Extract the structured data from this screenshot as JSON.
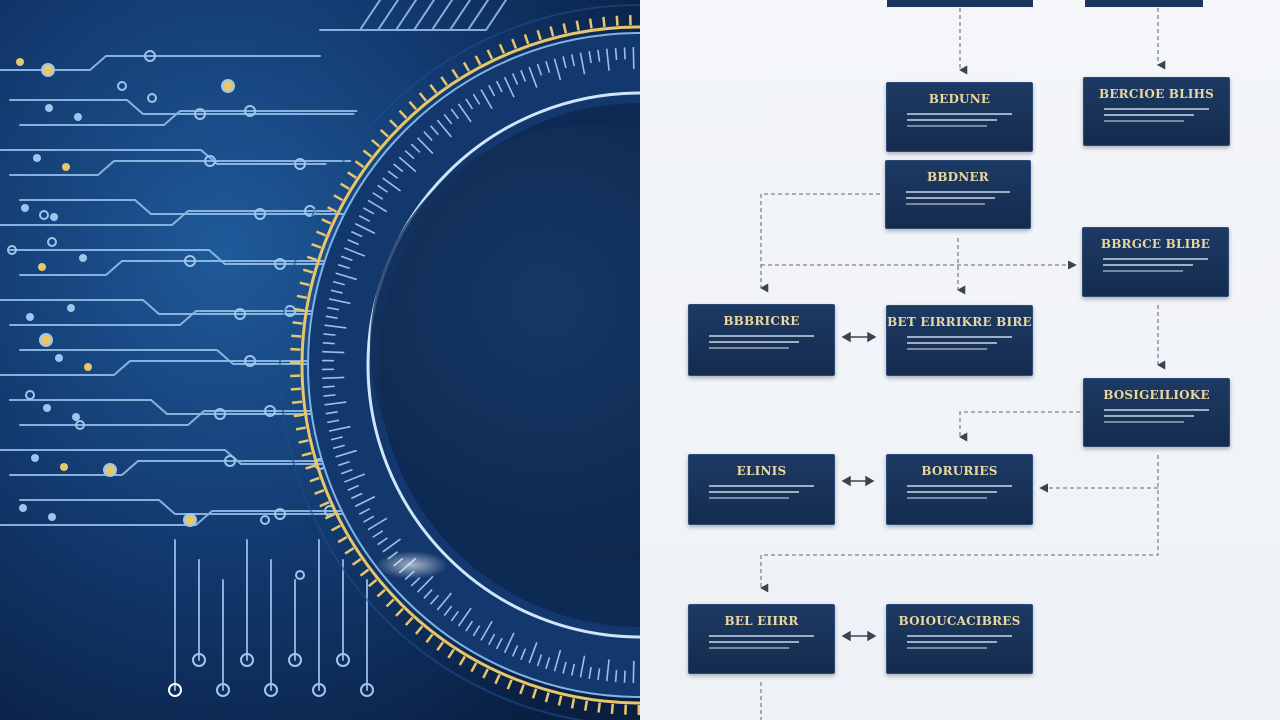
{
  "colors": {
    "left_background": "#0e2b55",
    "circuit_trace": "#9cc6ee",
    "gold_accent": "#e8c66a",
    "node_fill": "#173156",
    "node_title": "#e9d7a2",
    "right_background": "#f1f4f8",
    "connector": "#7d8590"
  },
  "nodes": [
    {
      "id": "n1",
      "title": "BEDUNE"
    },
    {
      "id": "n2",
      "title": "BERCIOE BLIHS"
    },
    {
      "id": "n3",
      "title": "BBDNER"
    },
    {
      "id": "n4",
      "title": "BBRGCE BLIBE"
    },
    {
      "id": "n5",
      "title": "BBBRICRE"
    },
    {
      "id": "n6",
      "title": "BET EIRRIKRE BIRE"
    },
    {
      "id": "n7",
      "title": "BOSIGEILIOKE"
    },
    {
      "id": "n8",
      "title": "ELINIS"
    },
    {
      "id": "n9",
      "title": "BORURIES"
    },
    {
      "id": "n10",
      "title": "BEL EIIRR"
    },
    {
      "id": "n11",
      "title": "BOIOUCACIBRES"
    }
  ]
}
